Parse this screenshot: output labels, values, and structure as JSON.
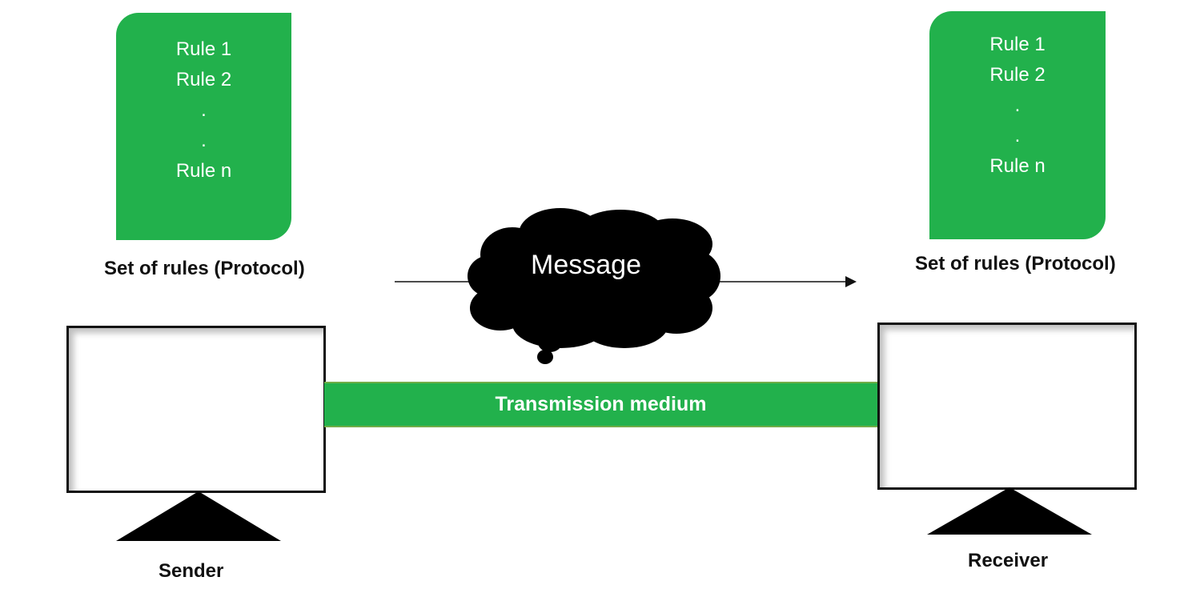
{
  "sender": {
    "rules": [
      "Rule 1",
      "Rule 2",
      ".",
      ".",
      "Rule n"
    ],
    "caption": "Set of rules (Protocol)",
    "label": "Sender"
  },
  "receiver": {
    "rules": [
      "Rule 1",
      "Rule 2",
      ".",
      ".",
      "Rule n"
    ],
    "caption": "Set of rules (Protocol)",
    "label": "Receiver"
  },
  "message": "Message",
  "medium": "Transmission medium",
  "colors": {
    "green": "#22b14c",
    "medium_border": "#70ad47",
    "cloud": "#000000"
  }
}
